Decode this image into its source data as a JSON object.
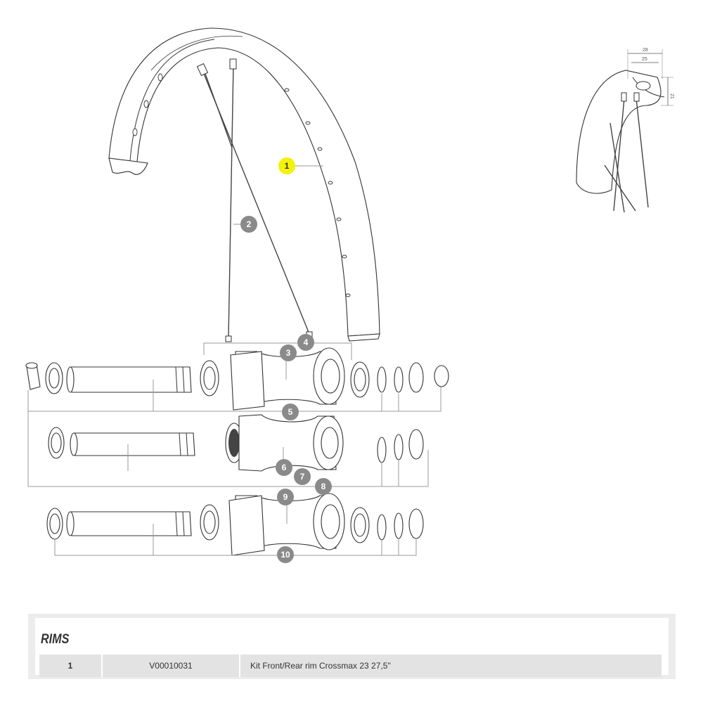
{
  "diagram": {
    "callouts": [
      {
        "label": "1",
        "highlighted": true
      },
      {
        "label": "2"
      },
      {
        "label": "3"
      },
      {
        "label": "4"
      },
      {
        "label": "5"
      },
      {
        "label": "6"
      },
      {
        "label": "7"
      },
      {
        "label": "8"
      },
      {
        "label": "9"
      },
      {
        "label": "10"
      }
    ],
    "dimensions": {
      "outer_width": "28",
      "inner_width": "25",
      "height": "21"
    }
  },
  "colors": {
    "highlight": "#f2f20a",
    "callout": "#8a8a8a",
    "table_bg": "#ececec",
    "row_bg": "#e3e3e3"
  },
  "table": {
    "title": "RIMS",
    "rows": [
      {
        "item": "1",
        "reference": "V00010031",
        "description": "Kit Front/Rear rim Crossmax 23 27,5''"
      }
    ]
  }
}
